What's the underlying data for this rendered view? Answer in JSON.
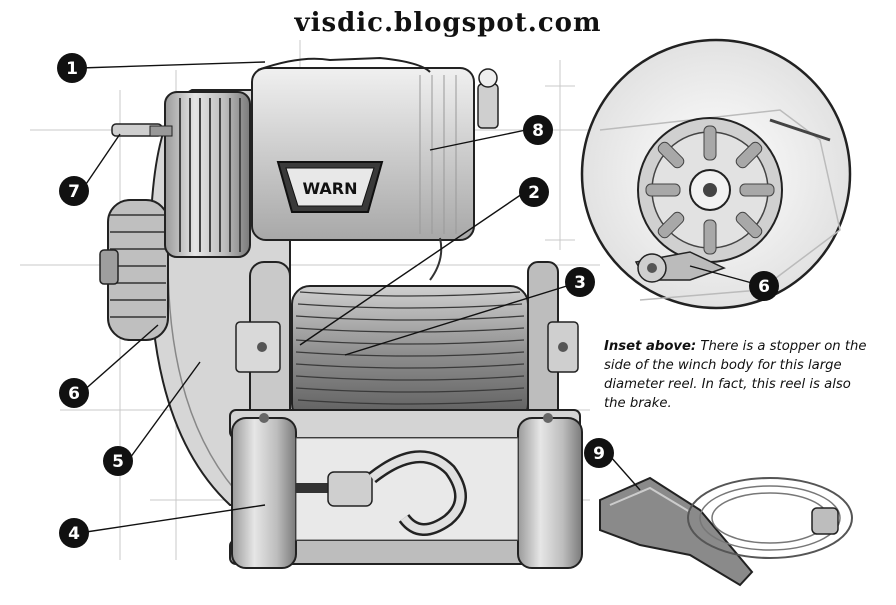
{
  "watermark": "visdic.blogspot.com",
  "logo_text": "WARN",
  "callouts": [
    "1",
    "2",
    "3",
    "4",
    "5",
    "6",
    "7",
    "8",
    "9",
    "6"
  ],
  "caption": {
    "lead": "Inset above:",
    "text": " There is a stopper on the side of the winch body for this large diameter reel. In fact, this reel is also the brake."
  },
  "colors": {
    "ink": "#1a1a1a",
    "badge": "#111111",
    "paper": "#ffffff"
  }
}
